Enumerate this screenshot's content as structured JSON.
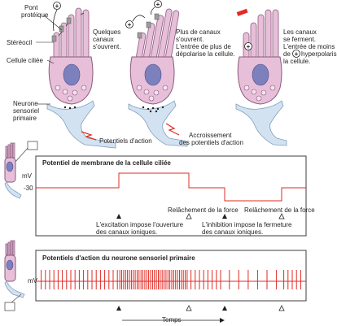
{
  "colors": {
    "cell_fill": "#e7bfd9",
    "cell_stroke": "#8a5a7c",
    "nucleus_fill": "#7c80bd",
    "neuron_fill": "#d3e2f1",
    "neuron_stroke": "#7f9fbf",
    "trace": "#e22b25",
    "channel_fill": "#9d9d9d",
    "closing_bar": "#e22b25",
    "text": "#231f20",
    "panel_fill": "#ffffff",
    "panel_stroke": "#3c3c3c",
    "electrode": "#555555"
  },
  "panel_top": {
    "labels": {
      "pont_proteique": [
        "Pont",
        "protéique"
      ],
      "stereocil": "Stéréocil",
      "cellule_ciliee": "Cellule ciliée",
      "neurone": [
        "Neurone",
        "sensoriel",
        "primaire"
      ],
      "potentiels": "Potentiels d'action",
      "accroissement": [
        "Accroissement",
        "des potentiels d'action"
      ]
    },
    "cell1_note": [
      "Quelques",
      "canaux",
      "s'ouvrent."
    ],
    "cell2_note": [
      "Plus de canaux",
      "s'ouvrent.",
      "L'entrée de plus de",
      "dépolarise la cellule."
    ],
    "cell3_note": [
      "Les canaux",
      "se ferment.",
      "L'entrée de moins",
      "de",
      "hyperpolarise",
      "la cellule."
    ],
    "plus_sign": "+"
  },
  "panel_membrane": {
    "title": "Potentiel de membrane de la cellule ciliée",
    "ylabel": "mV",
    "ytick": "-30",
    "marker_labels": {
      "relachement_1": "Relâchement de la force",
      "relachement_2": "Relâchement de la force",
      "excitation": [
        "L'excitation impose l'ouverture",
        "des canaux ioniques."
      ],
      "inhibition": [
        "L'inhibition impose la fermeture",
        "des canaux ioniques."
      ]
    }
  },
  "panel_spikes": {
    "title": "Potentiels d'action du neurone sensoriel primaire",
    "ylabel": "mV",
    "xlabel": "Temps",
    "spike_rates": {
      "rest": 1.0,
      "excited": 2.2,
      "inhibited": 0.45
    }
  }
}
